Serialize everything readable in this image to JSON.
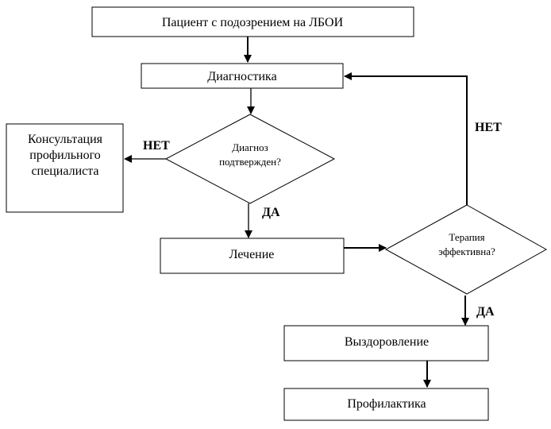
{
  "diagram": {
    "nodes": {
      "patient": "Пациент с подозрением на ЛБОИ",
      "diagnostics": "Диагностика",
      "diagnosis_confirmed": [
        "Диагноз",
        "подтвержден?"
      ],
      "consultation": [
        "Консультация",
        "профильного",
        "специалиста"
      ],
      "treatment": "Лечение",
      "therapy_effective": [
        "Терапия",
        "эффективна?"
      ],
      "recovery": "Выздоровление",
      "prevention": "Профилактика"
    },
    "edge_labels": {
      "diag_no": "НЕТ",
      "diag_yes": "ДА",
      "therapy_no": "НЕТ",
      "therapy_yes": "ДА"
    }
  }
}
